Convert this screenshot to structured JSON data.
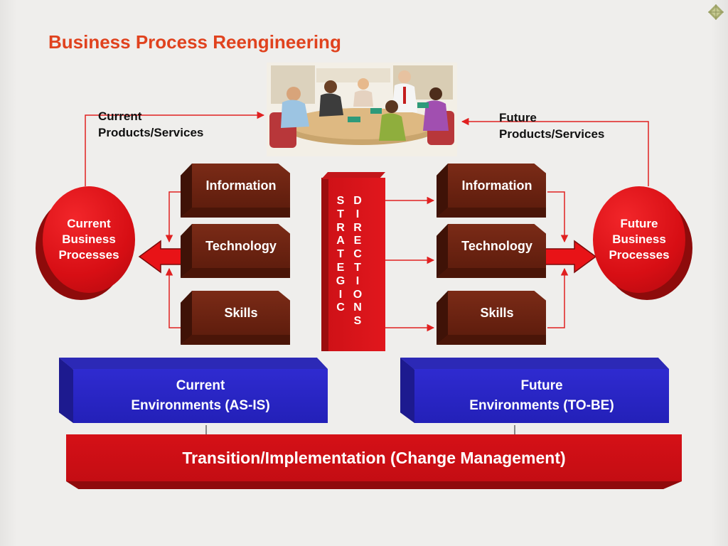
{
  "title": "Business Process Reengineering",
  "top_labels": {
    "current": [
      "Current",
      "Products/Services"
    ],
    "future": [
      "Future",
      "Products/Services"
    ]
  },
  "current_process": [
    "Current",
    "Business",
    "Processes"
  ],
  "future_process": [
    "Future",
    "Business",
    "Processes"
  ],
  "left_blocks": [
    "Information",
    "Technology",
    "Skills"
  ],
  "right_blocks": [
    "Information",
    "Technology",
    "Skills"
  ],
  "strategic_left": [
    "S",
    "T",
    "R",
    "A",
    "T",
    "E",
    "G",
    "I",
    "C"
  ],
  "strategic_right": [
    "D",
    "I",
    "R",
    "E",
    "C",
    "T",
    "I",
    "O",
    "N",
    "S"
  ],
  "environments": {
    "current": [
      "Current",
      "Environments (AS-IS)"
    ],
    "future": [
      "Future",
      "Environments (TO-BE)"
    ]
  },
  "transition": "Transition/Implementation (Change Management)",
  "colors": {
    "title": "#e0421e",
    "red": "#d70e14",
    "brown": "#6b2414",
    "blue": "#2824c4",
    "connector": "#e02020"
  },
  "icons": {
    "meeting": "meeting-clipart-icon",
    "corner": "diamond-corner-icon"
  }
}
